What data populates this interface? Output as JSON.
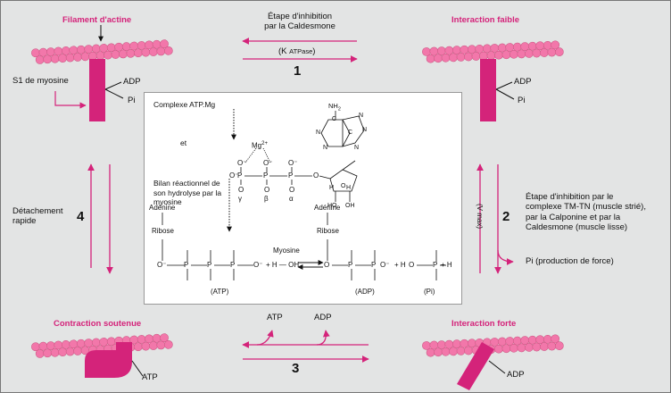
{
  "corners": {
    "top_left": "Filament d'actine",
    "top_right": "Interaction faible",
    "bottom_left": "Contraction soutenue",
    "bottom_right": "Interaction forte"
  },
  "left_top_labels": {
    "s1": "S1 de myosine",
    "adp": "ADP",
    "pi": "Pi"
  },
  "right_top_labels": {
    "adp": "ADP",
    "pi": "Pi"
  },
  "step1": {
    "line1": "Étape d'inhibition",
    "line2": "par la Caldesmone",
    "k": "(K",
    "k_sub": "ATPase",
    "k_close": ")",
    "number": "1"
  },
  "step2": {
    "vmax": "(V max)",
    "number": "2",
    "text": [
      "Étape d'inhibition par le",
      "complexe TM-TN (muscle strié),",
      "par la Calponine et par la",
      "Caldesmone (muscle lisse)"
    ],
    "pi": "Pi (production de force)"
  },
  "step3": {
    "atp": "ATP",
    "adp": "ADP",
    "number": "3"
  },
  "step4": {
    "line1": "Détachement",
    "line2": "rapide",
    "number": "4"
  },
  "bottom_left_label": "ATP",
  "bottom_right_label": "ADP",
  "panel": {
    "complexe": "Complexe ATP.Mg",
    "et": "et",
    "bilan": [
      "Bilan réactionnel de",
      "son hydrolyse par la",
      "myosine"
    ],
    "mg": "Mg",
    "mg_sup": "2+",
    "nh2": "NH",
    "nh2_sub": "2",
    "greek": [
      "γ",
      "β",
      "α"
    ],
    "ho": "HO",
    "oh": "OH",
    "h": "H",
    "adenine": "Adénine",
    "ribose": "Ribose",
    "myosine": "Myosine",
    "atp": "(ATP)",
    "adp": "(ADP)",
    "pi": "(Pi)",
    "ho_h": "+ H — OH",
    "plus_h": "+ H",
    "o": "O",
    "om": "O⁻",
    "p": "P",
    "n": "N",
    "c": "C"
  },
  "colors": {
    "accent": "#d4237a",
    "bead": "#f277aa",
    "background": "#e3e4e4"
  }
}
